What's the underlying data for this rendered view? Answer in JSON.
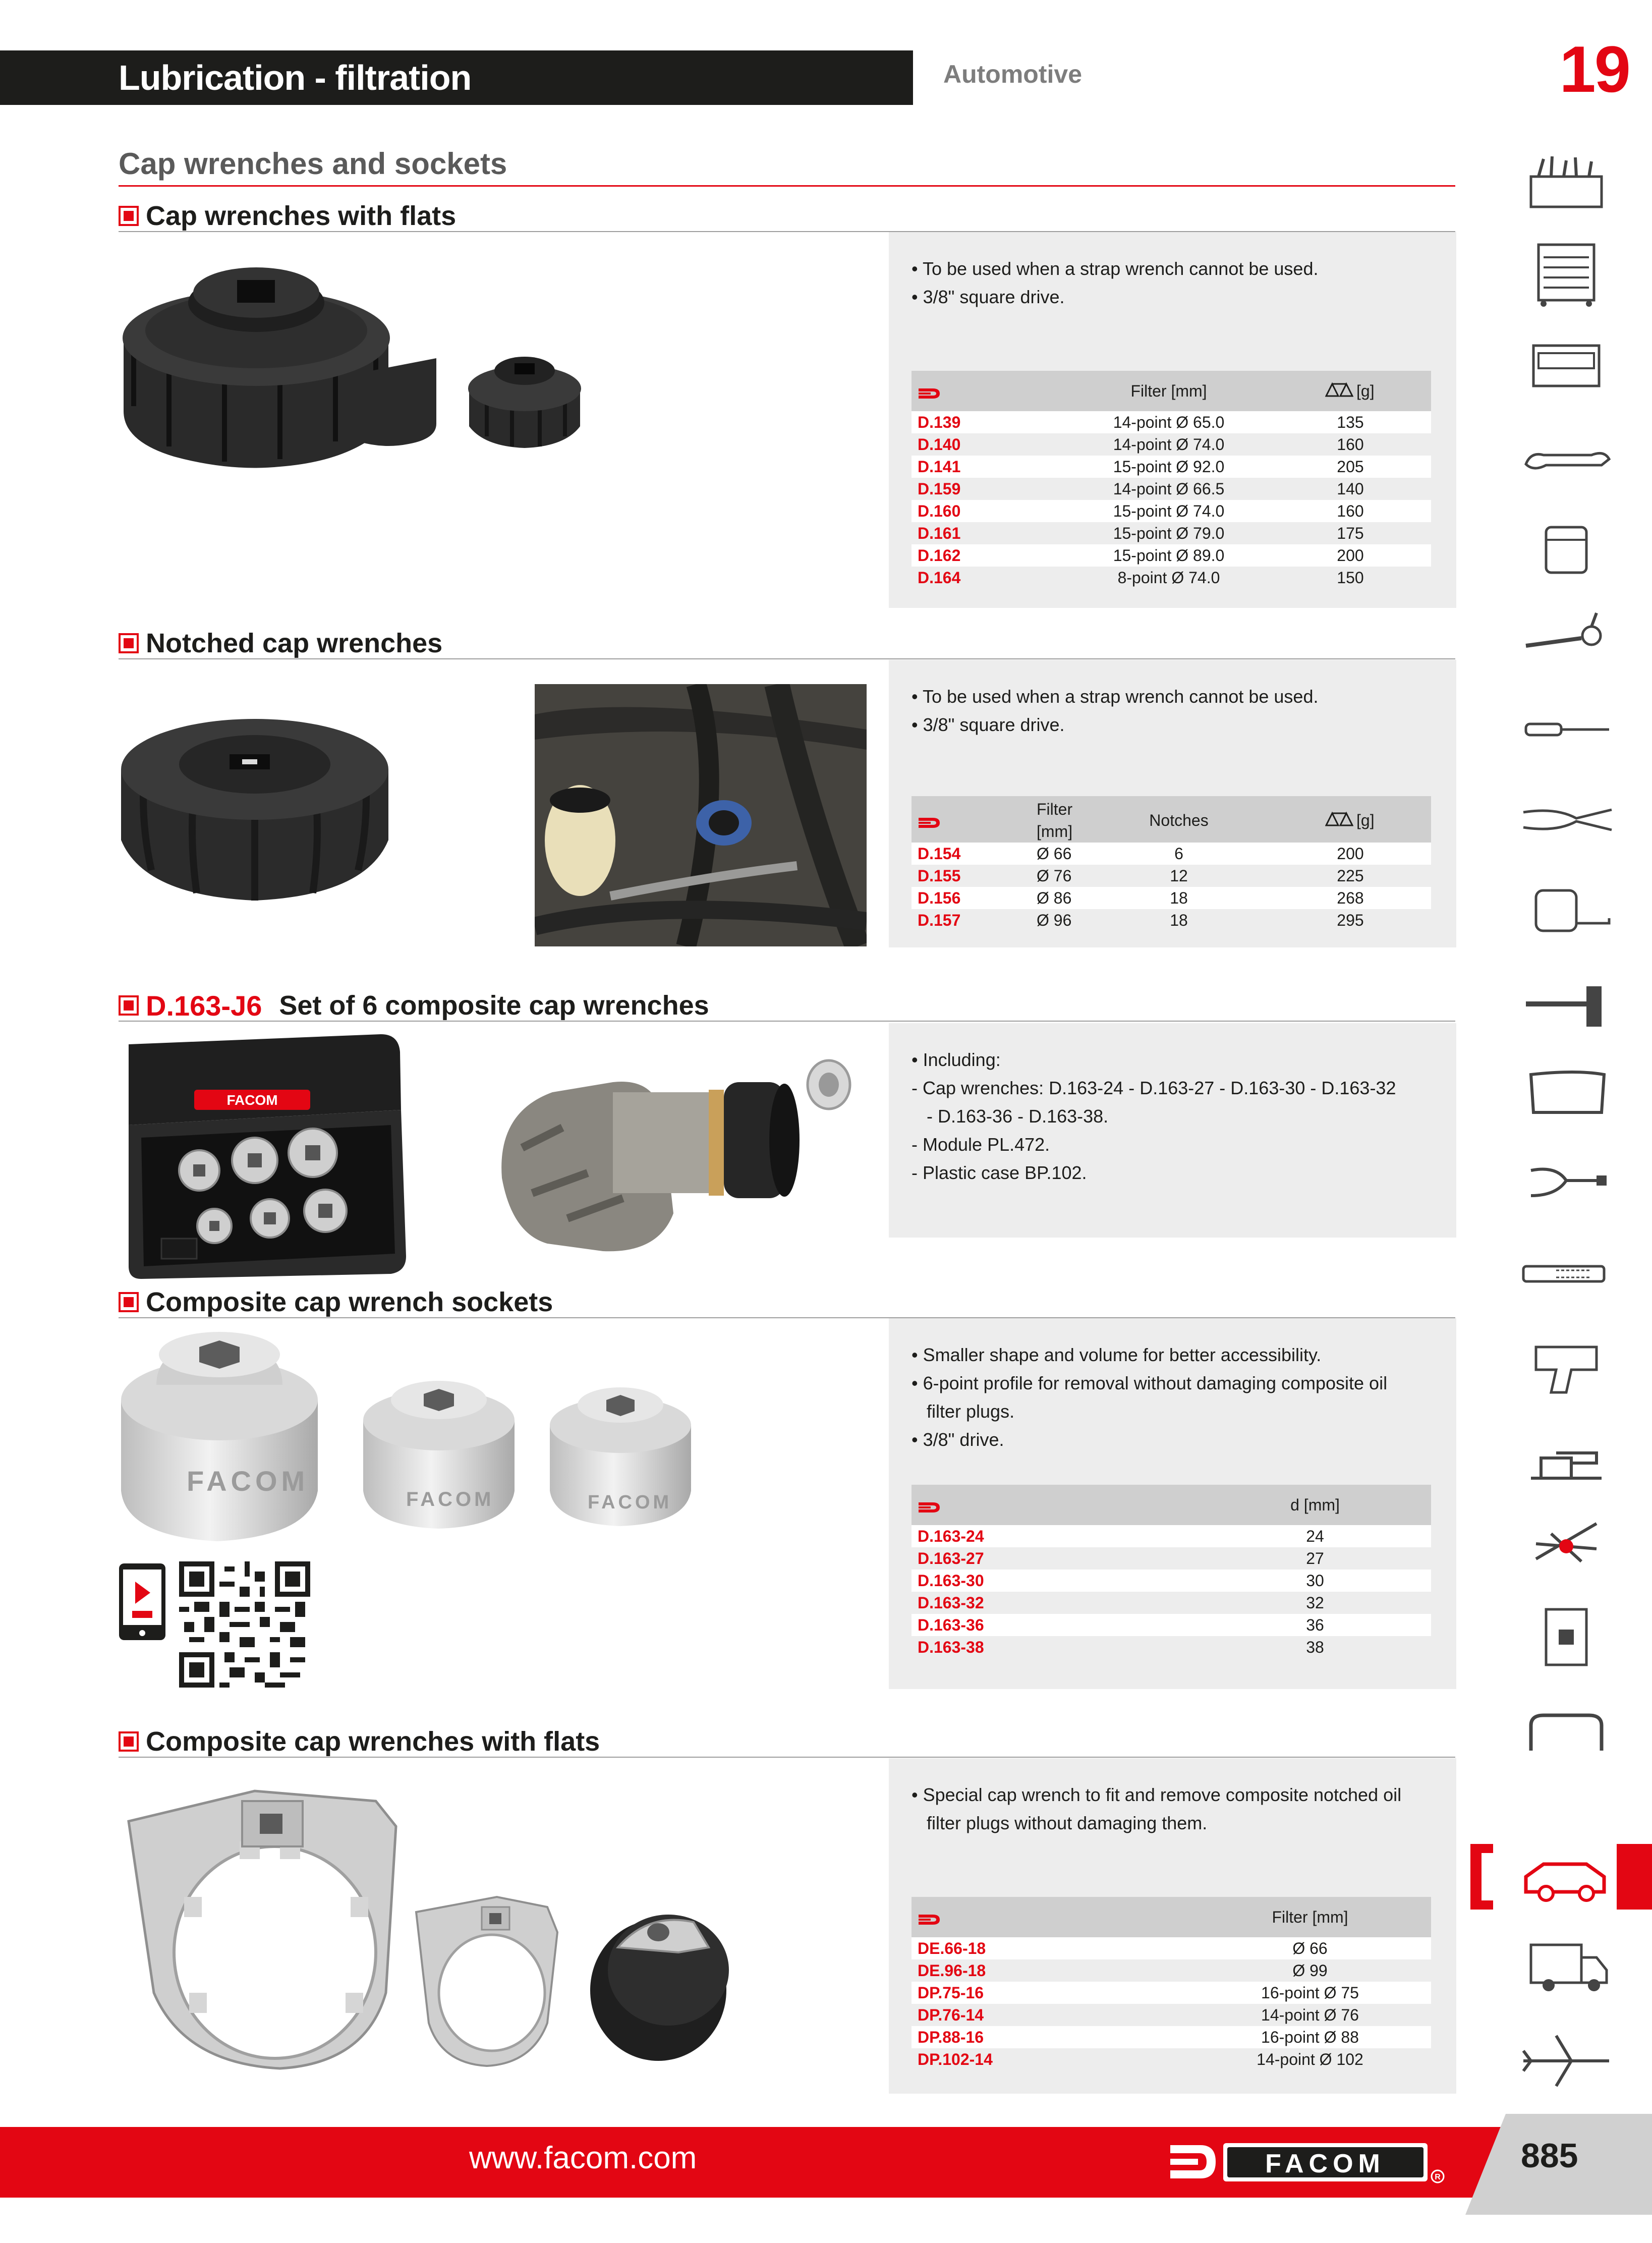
{
  "header": {
    "title": "Lubrication - filtration",
    "subtitle": "Automotive",
    "chapter_number": "19"
  },
  "main_heading": "Cap wrenches and sockets",
  "sections": {
    "flats": {
      "title": "Cap wrenches with flats",
      "bullets": [
        "• To be used when a strap wrench cannot be used.",
        "• 3/8\" square drive."
      ],
      "columns": {
        "filter": "Filter [mm]",
        "weight": "[g]"
      },
      "rows": [
        {
          "ref": "D.139",
          "filter": "14-point Ø 65.0",
          "weight": "135"
        },
        {
          "ref": "D.140",
          "filter": "14-point Ø 74.0",
          "weight": "160"
        },
        {
          "ref": "D.141",
          "filter": "15-point Ø 92.0",
          "weight": "205"
        },
        {
          "ref": "D.159",
          "filter": "14-point Ø 66.5",
          "weight": "140"
        },
        {
          "ref": "D.160",
          "filter": "15-point Ø 74.0",
          "weight": "160"
        },
        {
          "ref": "D.161",
          "filter": "15-point Ø 79.0",
          "weight": "175"
        },
        {
          "ref": "D.162",
          "filter": "15-point Ø 89.0",
          "weight": "200"
        },
        {
          "ref": "D.164",
          "filter": "8-point Ø 74.0",
          "weight": "150"
        }
      ]
    },
    "notched": {
      "title": "Notched cap wrenches",
      "bullets": [
        "• To be used when a strap wrench cannot be used.",
        "• 3/8\" square drive."
      ],
      "columns": {
        "filter_line1": "Filter",
        "filter_line2": "[mm]",
        "notches": "Notches",
        "weight": "[g]"
      },
      "rows": [
        {
          "ref": "D.154",
          "filter": "Ø 66",
          "notches": "6",
          "weight": "200"
        },
        {
          "ref": "D.155",
          "filter": "Ø 76",
          "notches": "12",
          "weight": "225"
        },
        {
          "ref": "D.156",
          "filter": "Ø 86",
          "notches": "18",
          "weight": "268"
        },
        {
          "ref": "D.157",
          "filter": "Ø 96",
          "notches": "18",
          "weight": "295"
        }
      ]
    },
    "set": {
      "code": "D.163-J6",
      "title": "Set of 6 composite cap wrenches",
      "lines": [
        "• Including:",
        "- Cap wrenches: D.163-24 - D.163-27 - D.163-30 - D.163-32",
        "   - D.163-36 - D.163-38.",
        "- Module PL.472.",
        "- Plastic case BP.102."
      ],
      "case_logo": "FACOM"
    },
    "sockets": {
      "title": "Composite cap wrench sockets",
      "bullets": [
        "• Smaller shape and volume for better accessibility.",
        "• 6-point profile for removal without damaging composite oil",
        "   filter plugs.",
        "• 3/8\" drive."
      ],
      "columns": {
        "d": "d [mm]"
      },
      "rows": [
        {
          "ref": "D.163-24",
          "d": "24"
        },
        {
          "ref": "D.163-27",
          "d": "27"
        },
        {
          "ref": "D.163-30",
          "d": "30"
        },
        {
          "ref": "D.163-32",
          "d": "32"
        },
        {
          "ref": "D.163-36",
          "d": "36"
        },
        {
          "ref": "D.163-38",
          "d": "38"
        }
      ],
      "socket_logo": "FACOM"
    },
    "composite_flats": {
      "title": "Composite cap wrenches with flats",
      "bullets": [
        "• Special cap wrench to fit and remove composite notched oil",
        "   filter plugs without damaging them."
      ],
      "columns": {
        "filter": "Filter [mm]"
      },
      "rows": [
        {
          "ref": "DE.66-18",
          "filter": "Ø 66"
        },
        {
          "ref": "DE.96-18",
          "filter": "Ø 99"
        },
        {
          "ref": "DP.75-16",
          "filter": "16-point Ø 75"
        },
        {
          "ref": "DP.76-14",
          "filter": "14-point Ø 76"
        },
        {
          "ref": "DP.88-16",
          "filter": "16-point Ø 88"
        },
        {
          "ref": "DP.102-14",
          "filter": "14-point Ø 102"
        }
      ]
    }
  },
  "side_nav": {
    "icons": [
      "tool-box-icon",
      "tool-cabinet-icon",
      "drawer-icon",
      "combination-wrench-icon",
      "socket-icon",
      "ratchet-icon",
      "screwdriver-icon",
      "pliers-icon",
      "tape-measure-icon",
      "hammer-icon",
      "hacksaw-icon",
      "puller-icon",
      "tester-icon",
      "impact-wrench-icon",
      "vise-icon",
      "safety-icon",
      "circuit-breaker-icon",
      "clamp-icon",
      "car-icon",
      "truck-icon",
      "airplane-icon"
    ],
    "selected": "car-icon"
  },
  "footer": {
    "url": "www.facom.com",
    "logo": "FACOM",
    "page": "885"
  },
  "colors": {
    "brand_red": "#e30613",
    "dark": "#1d1d1b",
    "panel_grey": "#ededed",
    "header_grey": "#cfcfcf"
  }
}
